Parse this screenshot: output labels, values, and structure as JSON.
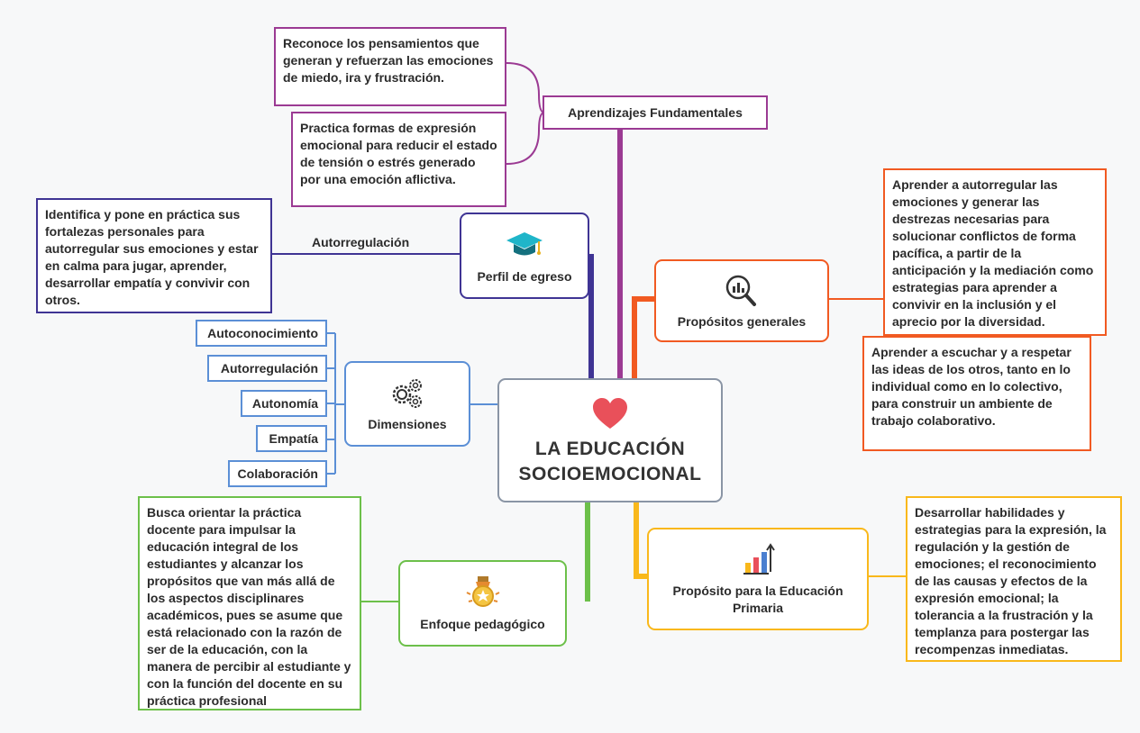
{
  "center": {
    "title_line1": "LA EDUCACIÓN",
    "title_line2": "SOCIOEMOCIONAL",
    "icon": "heart-icon"
  },
  "aprendizajes": {
    "label": "Aprendizajes Fundamentales",
    "color": "#9b3a93",
    "leaves": [
      "Reconoce los pensamientos que generan y refuerzan las emociones de miedo, ira y frustración.",
      "Practica formas de expresión emocional para reducir el estado de tensión o estrés generado por una emoción aflictiva."
    ]
  },
  "perfil": {
    "label": "Perfil de egreso",
    "icon": "graduation-cap-icon",
    "color": "#3f3494",
    "branch_label": "Autorregulación",
    "leaf": "Identifica y pone en práctica sus fortalezas personales para autorregular sus emociones y estar en calma para jugar, aprender, desarrollar empatía y convivir con otros."
  },
  "dimensiones": {
    "label": "Dimensiones",
    "icon": "gears-icon",
    "color": "#5b8fd6",
    "items": [
      "Autoconocimiento",
      "Autorregulación",
      "Autonomía",
      "Empatía",
      "Colaboración"
    ]
  },
  "enfoque": {
    "label": "Enfoque pedagógico",
    "icon": "medal-icon",
    "color": "#6cc04a",
    "leaf": "Busca orientar la práctica docente para impulsar la educación integral de los estudiantes y alcanzar los propósitos que van más allá de los aspectos disciplinares académicos, pues se asume que está relacionado con la razón de ser de la educación, con la manera de percibir al estudiante y con la función del docente en su práctica profesional"
  },
  "propositos": {
    "label": "Propósitos generales",
    "icon": "magnifier-chart-icon",
    "color": "#f15a22",
    "leaves": [
      "Aprender a autorregular las emociones y generar las destrezas necesarias para solucionar conflictos de forma pacífica, a partir de la anticipación y la mediación como estrategias para aprender a convivir en la inclusión y el aprecio por la diversidad.",
      "Aprender a escuchar y a respetar las ideas de los otros, tanto en lo individual como en lo colectivo, para construir un ambiente de trabajo colaborativo."
    ]
  },
  "primaria": {
    "label": "Propósito para la Educación Primaria",
    "icon": "bar-chart-up-icon",
    "color": "#f9b81b",
    "leaf": "Desarrollar habilidades y estrategias para la expresión, la regulación y la gestión de emociones; el reconocimiento de las causas y efectos de la expresión emocional; la tolerancia a la frustración  y la templanza para postergar las recompenzas inmediatas."
  }
}
